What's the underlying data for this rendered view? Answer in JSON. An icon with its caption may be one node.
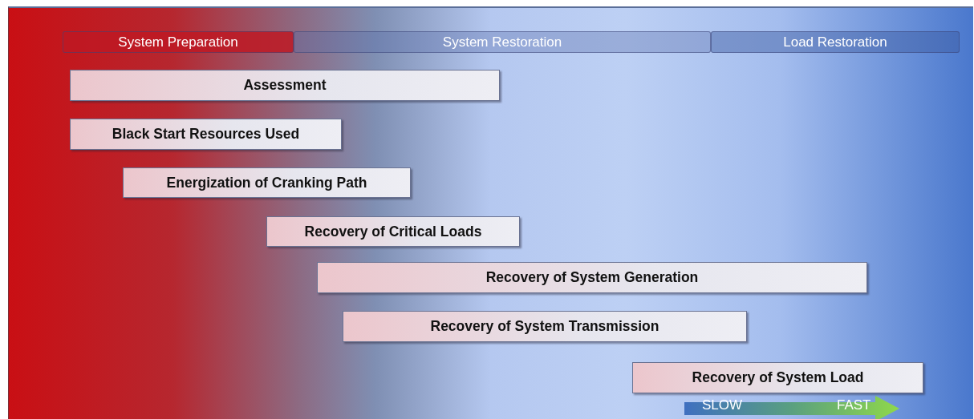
{
  "diagram": {
    "nodes": [
      {
        "text": [
          "System Preparation"
        ]
      },
      {
        "text": [
          "System Restoration"
        ]
      },
      {
        "text": [
          "Load Restoration"
        ]
      },
      {
        "text": [
          "Assessment"
        ]
      },
      {
        "text": [
          "Black Start Resources Used"
        ]
      },
      {
        "text": [
          "Energization of Cranking Path"
        ]
      },
      {
        "text": [
          "Recovery of Critical Loads"
        ]
      },
      {
        "text": [
          "Recovery of System Generation"
        ]
      },
      {
        "text": [
          "Recovery of System Transmission"
        ]
      },
      {
        "text": [
          "Recovery of System Load"
        ]
      }
    ],
    "labels": [
      "SLOW",
      "FAST"
    ]
  }
}
